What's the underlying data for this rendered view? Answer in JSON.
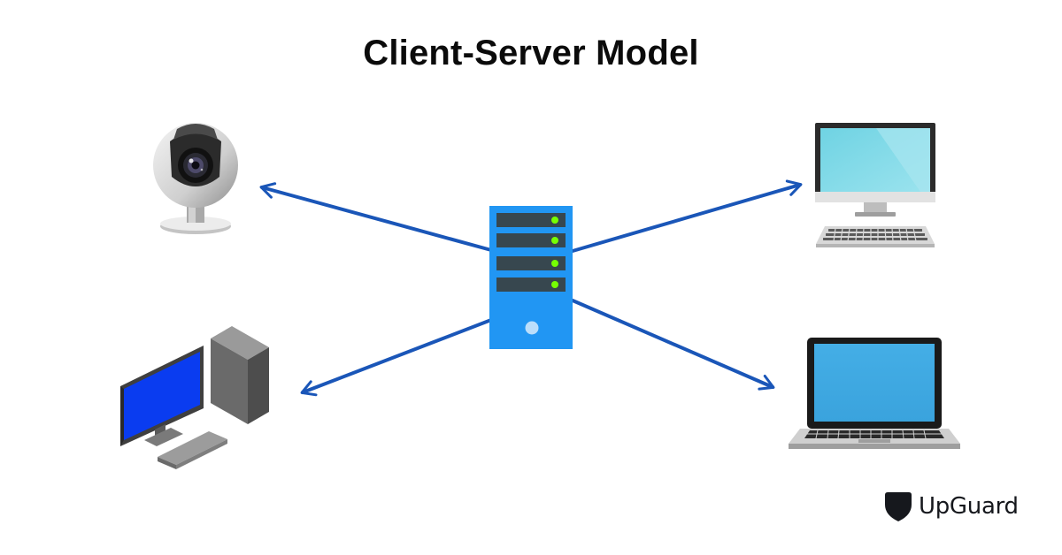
{
  "diagram": {
    "title": "Client-Server Model",
    "arrow_color": "#1a56b8",
    "center_node": {
      "name": "server",
      "icon": "server-tower-icon",
      "color": "#2196f3"
    },
    "client_nodes": [
      {
        "name": "webcam",
        "icon": "webcam-icon",
        "position": "top-left"
      },
      {
        "name": "desktop-computer",
        "icon": "desktop-computer-icon",
        "position": "top-right"
      },
      {
        "name": "workstation",
        "icon": "workstation-pc-icon",
        "position": "bottom-left"
      },
      {
        "name": "laptop",
        "icon": "laptop-icon",
        "position": "bottom-right"
      }
    ],
    "connections": [
      {
        "from": "server",
        "to": "webcam"
      },
      {
        "from": "server",
        "to": "desktop-computer"
      },
      {
        "from": "server",
        "to": "workstation"
      },
      {
        "from": "server",
        "to": "laptop"
      }
    ]
  },
  "branding": {
    "logo_text": "UpGuard",
    "logo_icon": "upguard-shield-icon"
  }
}
